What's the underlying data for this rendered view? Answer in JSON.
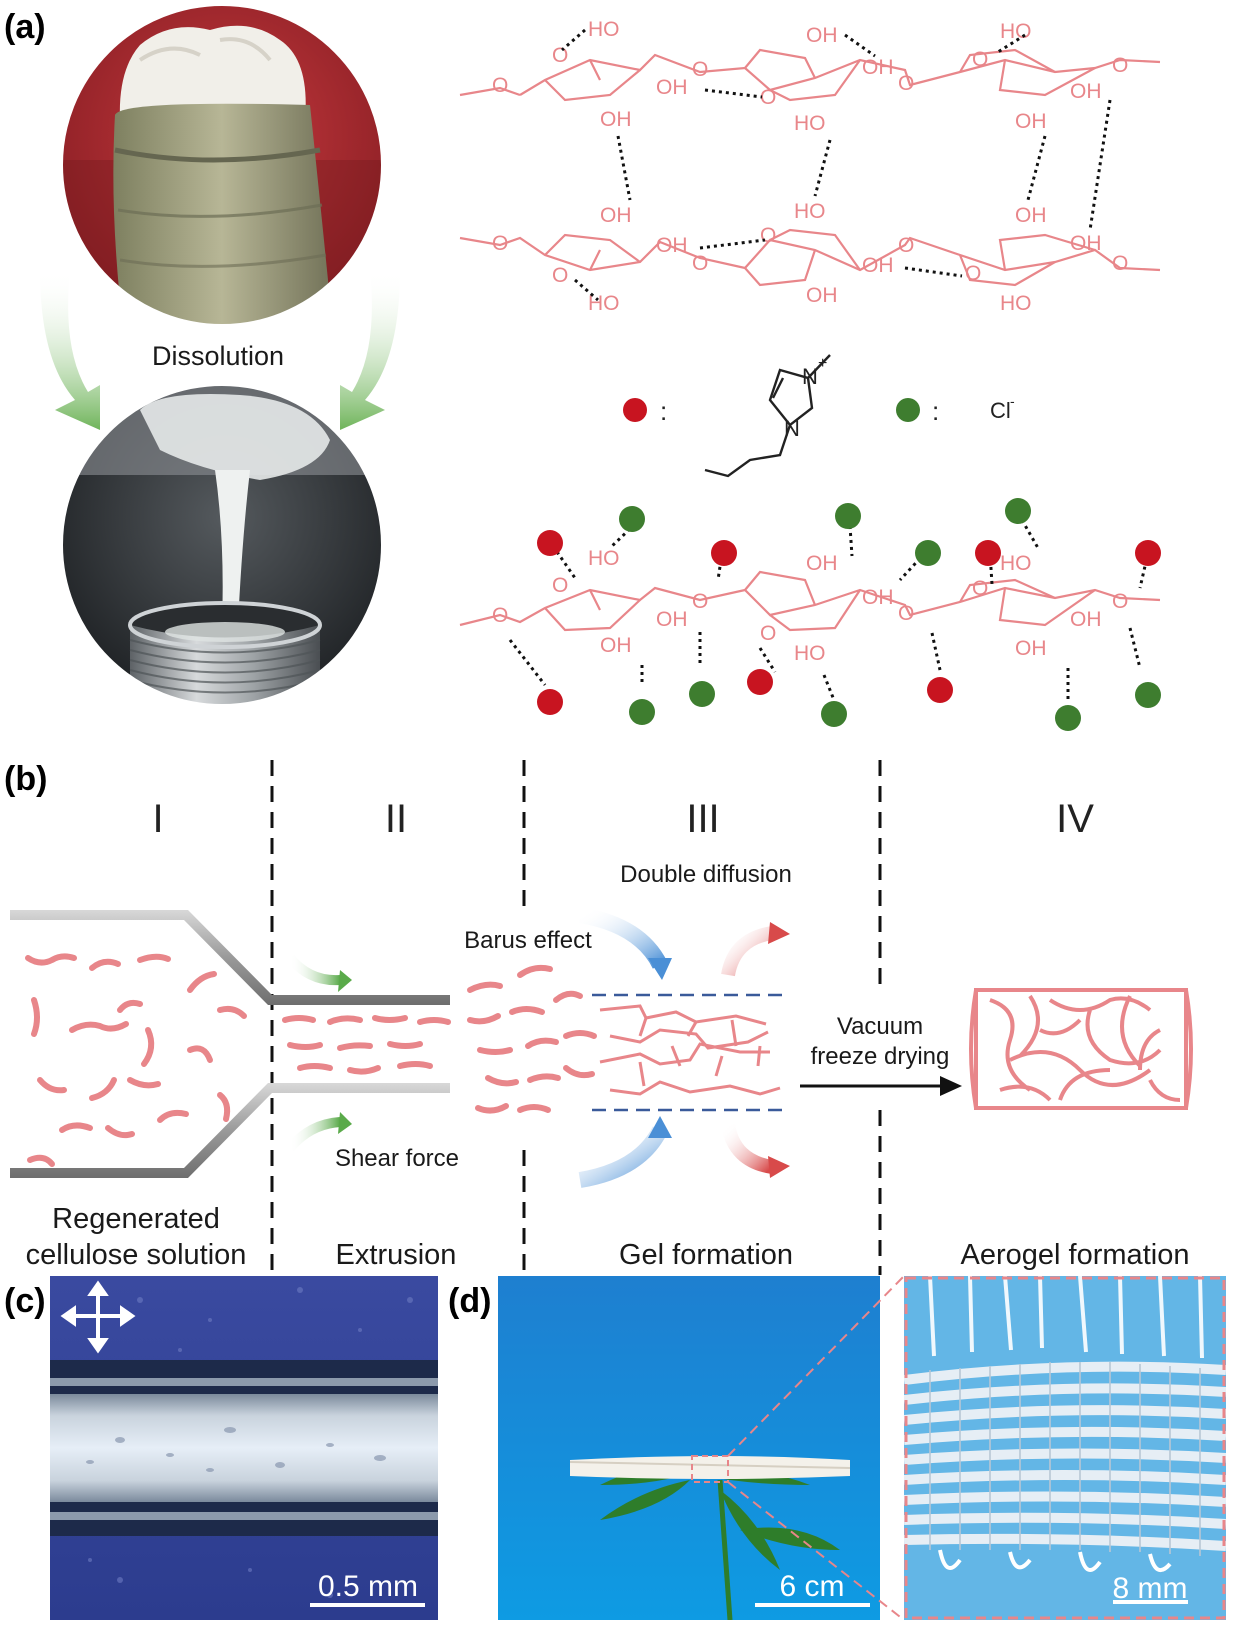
{
  "panels": {
    "a": "(a)",
    "b": "(b)",
    "c": "(c)",
    "d": "(d)"
  },
  "panel_a": {
    "process_label": "Dissolution",
    "chem_oh": "OH",
    "chem_ho": "HO",
    "chem_o": "O",
    "cation_n_plus": "N",
    "cation_charge": "+",
    "cation_n": "N",
    "legend_colon": ":",
    "anion": "Cl",
    "anion_charge": "-"
  },
  "panel_b": {
    "stages": [
      "I",
      "II",
      "III",
      "IV"
    ],
    "captions": [
      "Regenerated",
      "cellulose solution",
      "Extrusion",
      "Gel formation",
      "Aerogel formation"
    ],
    "annotations": {
      "double_diffusion": "Double diffusion",
      "barus_effect": "Barus effect",
      "shear_force": "Shear force",
      "vacuum": "Vacuum",
      "freeze_drying": "freeze drying"
    }
  },
  "panel_c": {
    "scale_bar": "0.5 mm"
  },
  "panel_d": {
    "scale_bar_main": "6 cm",
    "scale_bar_zoom": "8 mm"
  },
  "colors": {
    "cellulose_pink": "#e8868a",
    "ion_red": "#c81420",
    "ion_green": "#3e7d2f",
    "arrow_green": "#5aaa4a",
    "arrow_blue": "#4a8fd6",
    "arrow_red": "#d84a4a",
    "dashed_blue": "#3a5a9a",
    "photo_blue_bg": "#1b90d6"
  }
}
